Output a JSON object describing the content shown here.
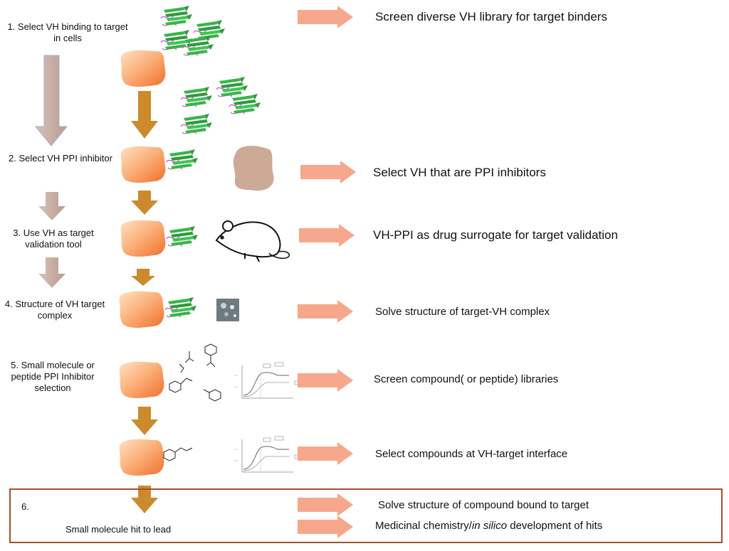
{
  "steps": {
    "s1": {
      "num": "1.",
      "text": "Select VH binding to target in cells"
    },
    "s2": {
      "num": "2.",
      "text": "Select VH PPI inhibitor"
    },
    "s3": {
      "num": "3.",
      "text": "Use VH as target validation tool"
    },
    "s4": {
      "num": "4.",
      "text": "Structure of VH target complex"
    },
    "s5": {
      "num": "5.",
      "text": "Small molecule or peptide PPI Inhibitor selection"
    },
    "s6": {
      "num": "6.",
      "text": "Small molecule hit to lead"
    }
  },
  "descriptions": {
    "d1": "Screen diverse VH library for target binders",
    "d2": "Select VH that are PPI inhibitors",
    "d3": "VH-PPI as drug surrogate for target validation",
    "d4": "Solve structure of target-VH complex",
    "d5": "Screen compound( or peptide) libraries",
    "d6": "Select compounds at VH-target interface",
    "d7": "Solve structure of compound bound to target",
    "d8_pre": "Medicinal chemistry/",
    "d8_italic": "in silico",
    "d8_post": " development of hits"
  },
  "colors": {
    "salmon_arrow": "#f7a78b",
    "mauve_arrow": "#c9aca3",
    "gold_arrow": "#cc8a2c",
    "target_blob": "#f5894f",
    "frame": "#a5502d",
    "vh_green": "#39b44a",
    "vh_pink": "#c058b8"
  },
  "icons": [
    "vh-protein-icon",
    "target-cell-icon",
    "mouse-icon",
    "crystal-icon",
    "molecule-icon",
    "binding-curve-icon"
  ]
}
